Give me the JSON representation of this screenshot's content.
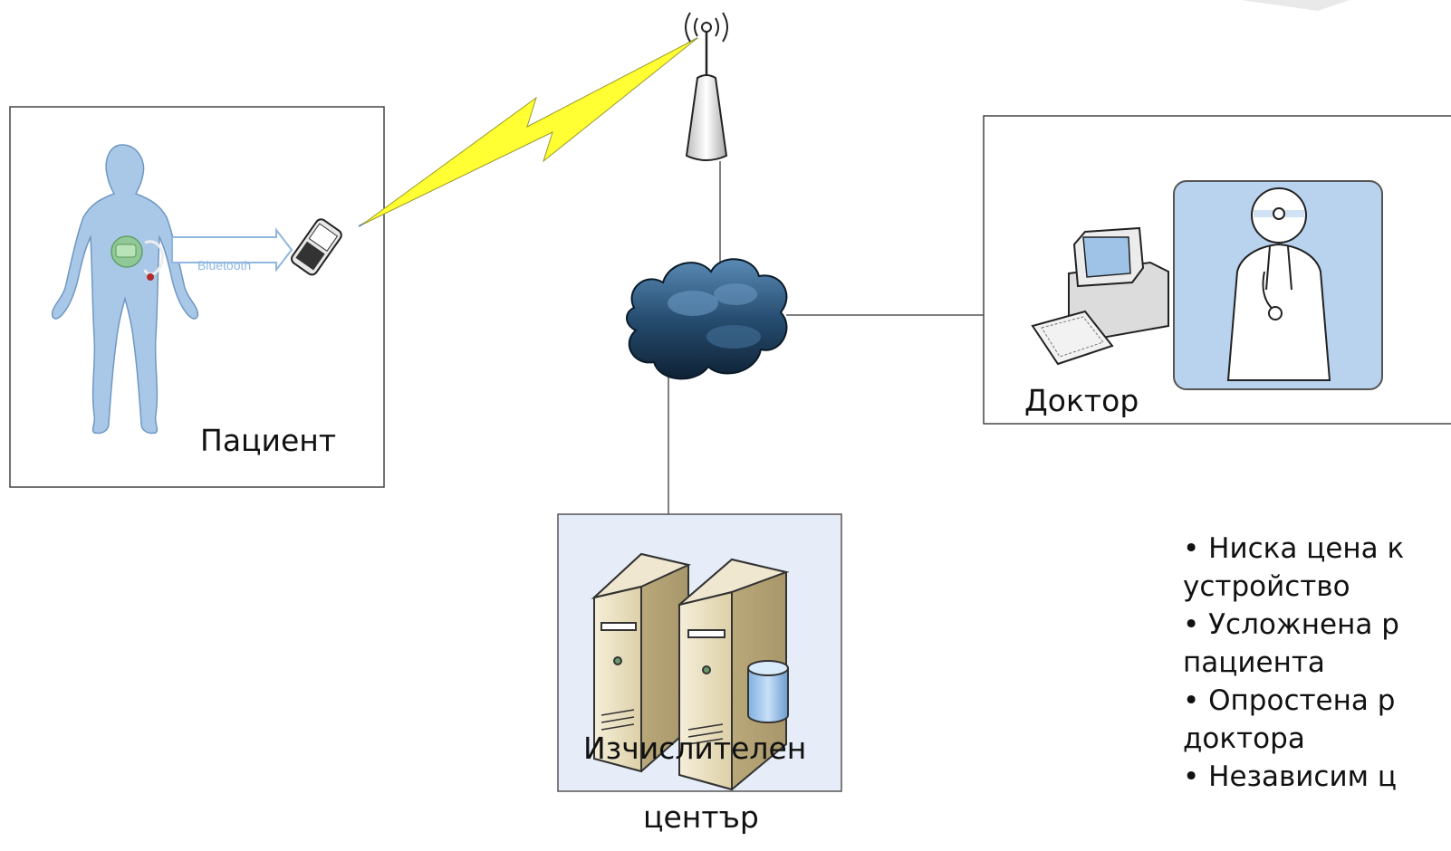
{
  "patient_label": "Пациент",
  "bluetooth_label": "Bluetooth",
  "doctor_label": "Доктор",
  "datacenter_label": "Изчислителен център",
  "datacenter_line1": "Изчислителен",
  "datacenter_line2": "център",
  "bullets": [
    "• Ниска цена к",
    "устройство",
    "• Усложнена р",
    "пациента",
    "• Опростена р",
    "доктора",
    "• Независим ц"
  ],
  "colors": {
    "body_fill": "#a9c8e8",
    "cloud_fill": "#1c3a55",
    "server_fill": "#e8dcb8",
    "doctor_panel": "#b9d3ee",
    "lightning": "#ffff33",
    "datacenter_panel": "#e6edf8"
  }
}
